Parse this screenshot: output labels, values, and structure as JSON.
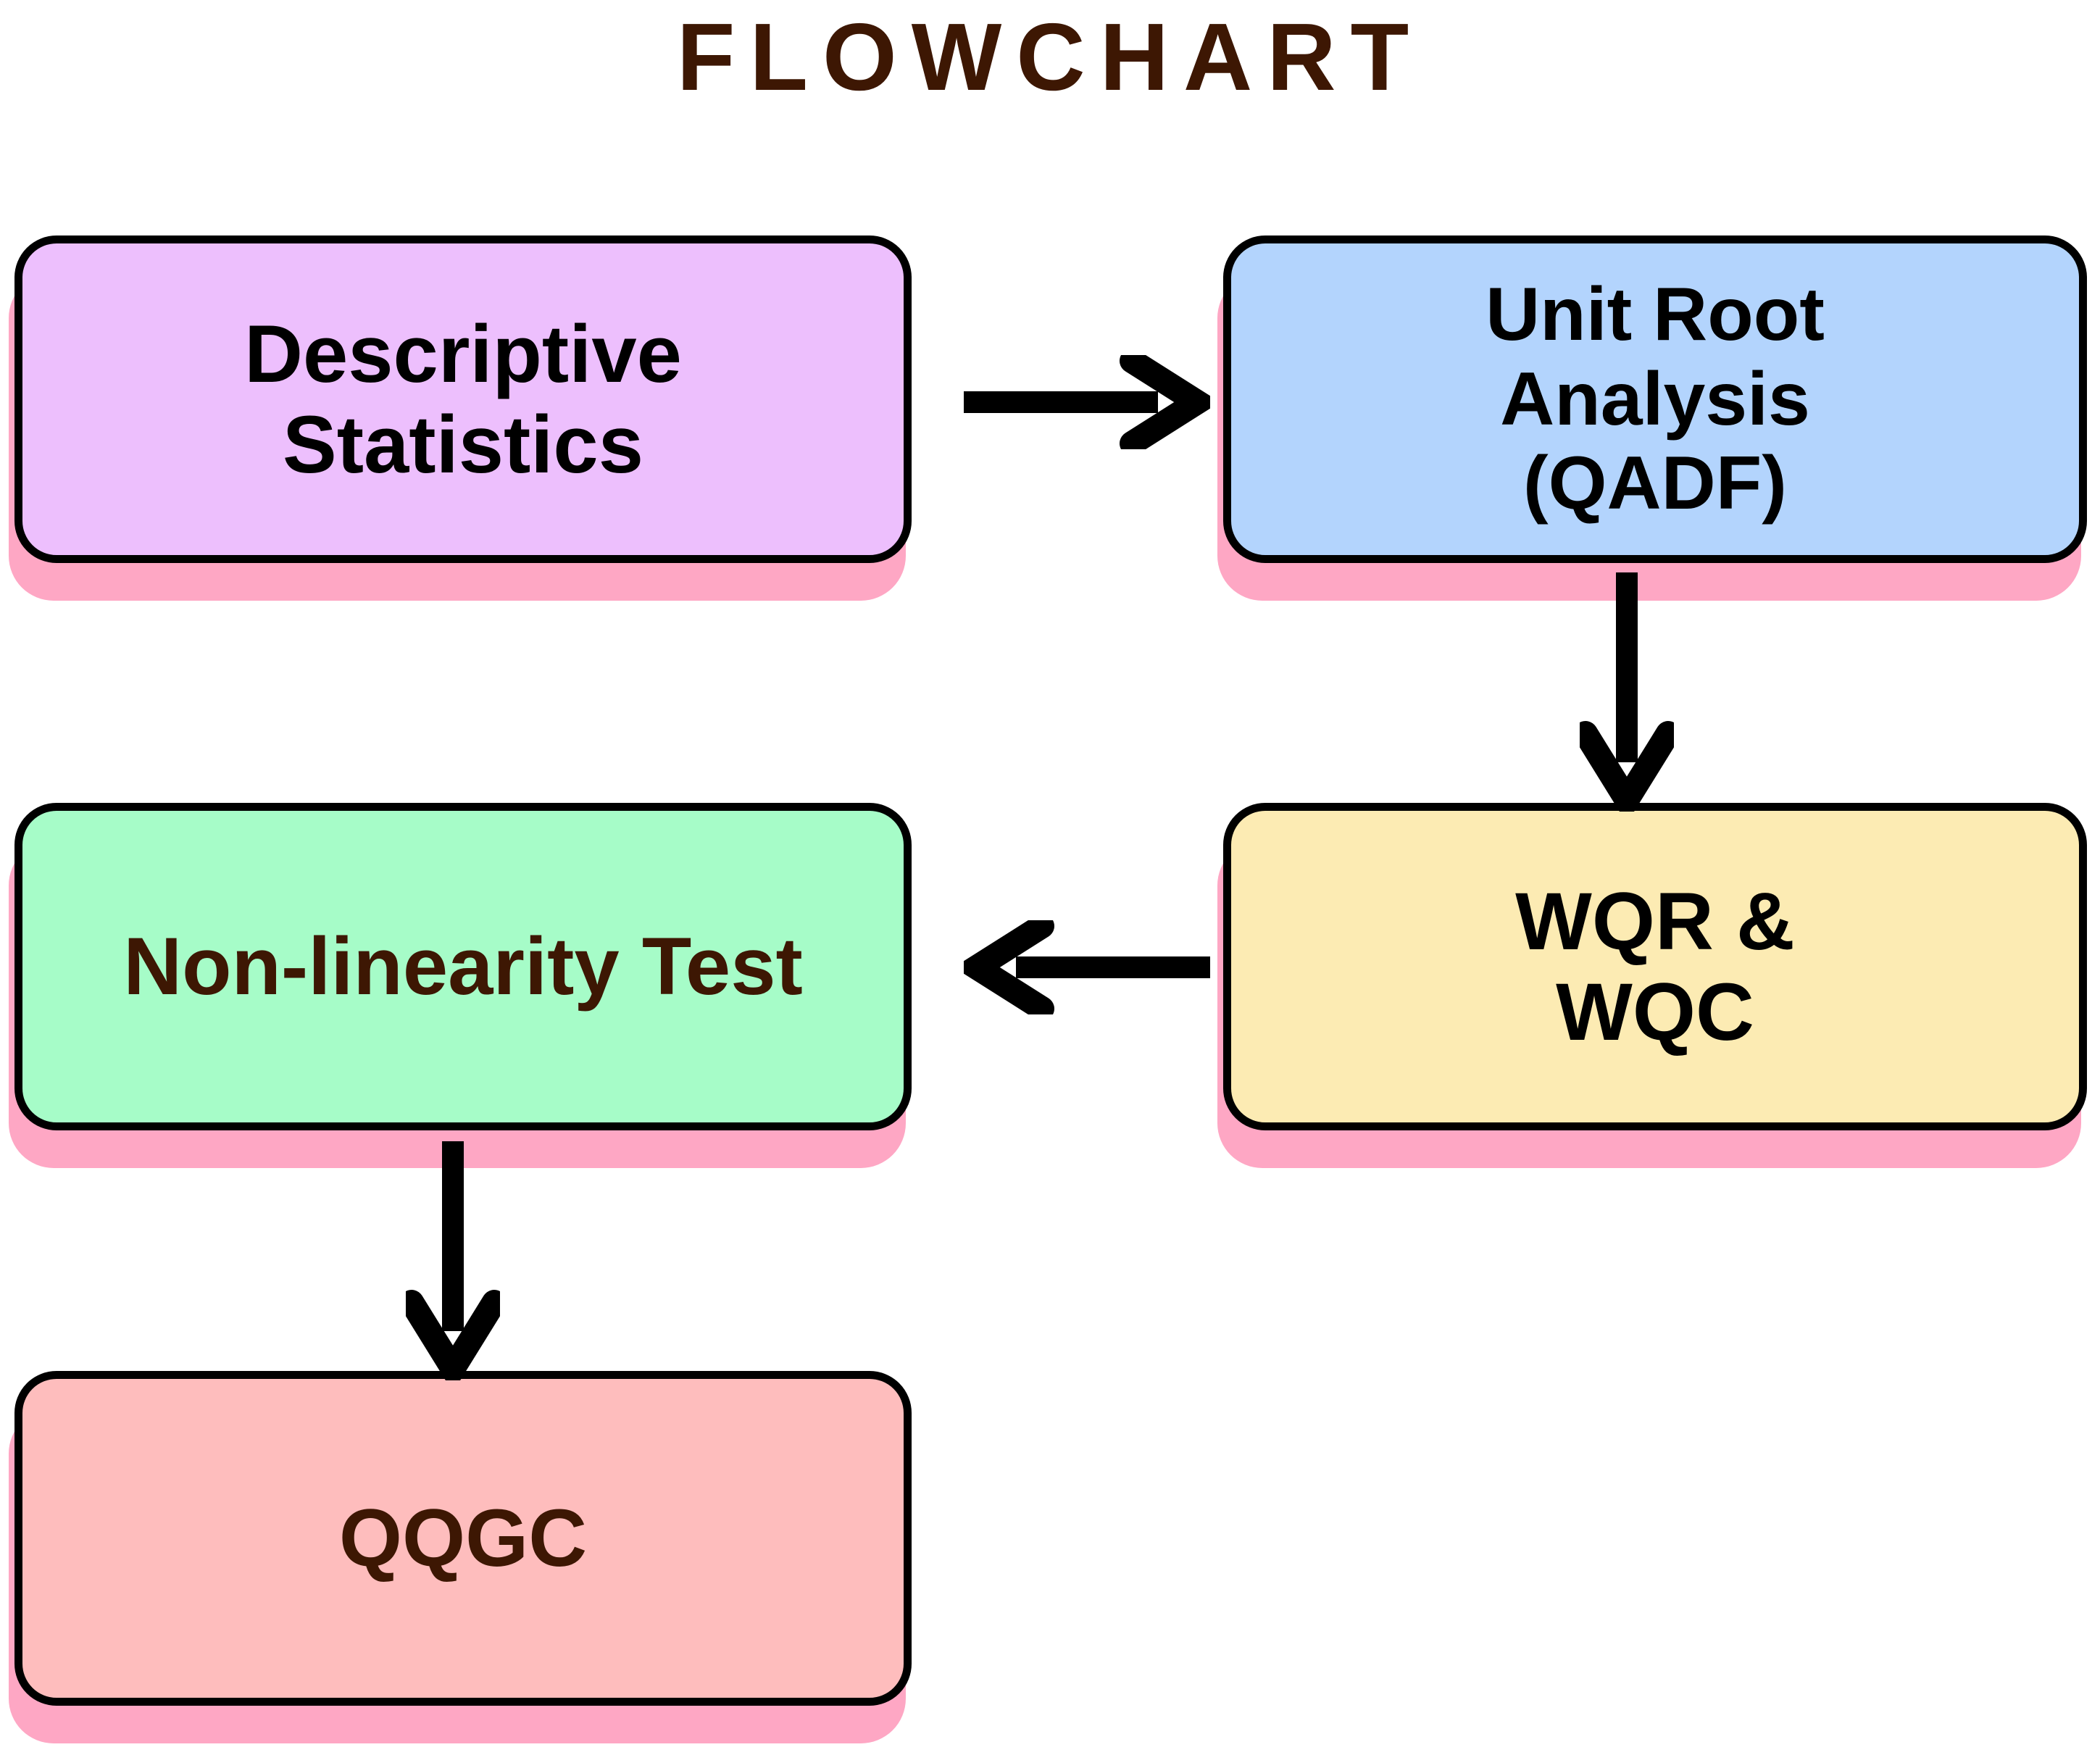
{
  "title": "FLOWCHART",
  "colors": {
    "title_text": "#3D1703",
    "brown_text": "#3D1703",
    "black_text": "#000000",
    "shadow_pink": "#FEA7C4",
    "outline": "#000000",
    "background": "#FFFFFF",
    "descriptive_fill": "#EDBFFD",
    "unitroot_fill": "#B3D4FD",
    "nonlinearity_fill": "#A6FCC8",
    "wqr_fill": "#FCEBB3",
    "qqgc_fill": "#FEBDBD"
  },
  "nodes": [
    {
      "id": "descriptive",
      "label": "Descriptive\nStatistics",
      "fill": "#EDBFFD",
      "text_color": "#000000",
      "step": 1
    },
    {
      "id": "unitroot",
      "label": "Unit Root\nAnalysis\n(QADF)",
      "fill": "#B3D4FD",
      "text_color": "#000000",
      "step": 2
    },
    {
      "id": "nonlinearity",
      "label": "Non-linearity Test",
      "fill": "#A6FCC8",
      "text_color": "#3D1703",
      "step": 4
    },
    {
      "id": "wqr",
      "label": "WQR &\nWQC",
      "fill": "#FCEBB3",
      "text_color": "#000000",
      "step": 3
    },
    {
      "id": "qqgc",
      "label": "QQGC",
      "fill": "#FEBDBD",
      "text_color": "#3D1703",
      "step": 5
    }
  ],
  "arrows": [
    {
      "id": "desc-to-unitroot",
      "from": "descriptive",
      "to": "unitroot",
      "direction": "right",
      "icon": "arrow-right-icon"
    },
    {
      "id": "unitroot-to-wqr",
      "from": "unitroot",
      "to": "wqr",
      "direction": "down",
      "icon": "arrow-down-icon"
    },
    {
      "id": "wqr-to-nonlin",
      "from": "wqr",
      "to": "nonlinearity",
      "direction": "left",
      "icon": "arrow-left-icon"
    },
    {
      "id": "nonlin-to-qqgc",
      "from": "nonlinearity",
      "to": "qqgc",
      "direction": "down",
      "icon": "arrow-down-icon"
    }
  ]
}
